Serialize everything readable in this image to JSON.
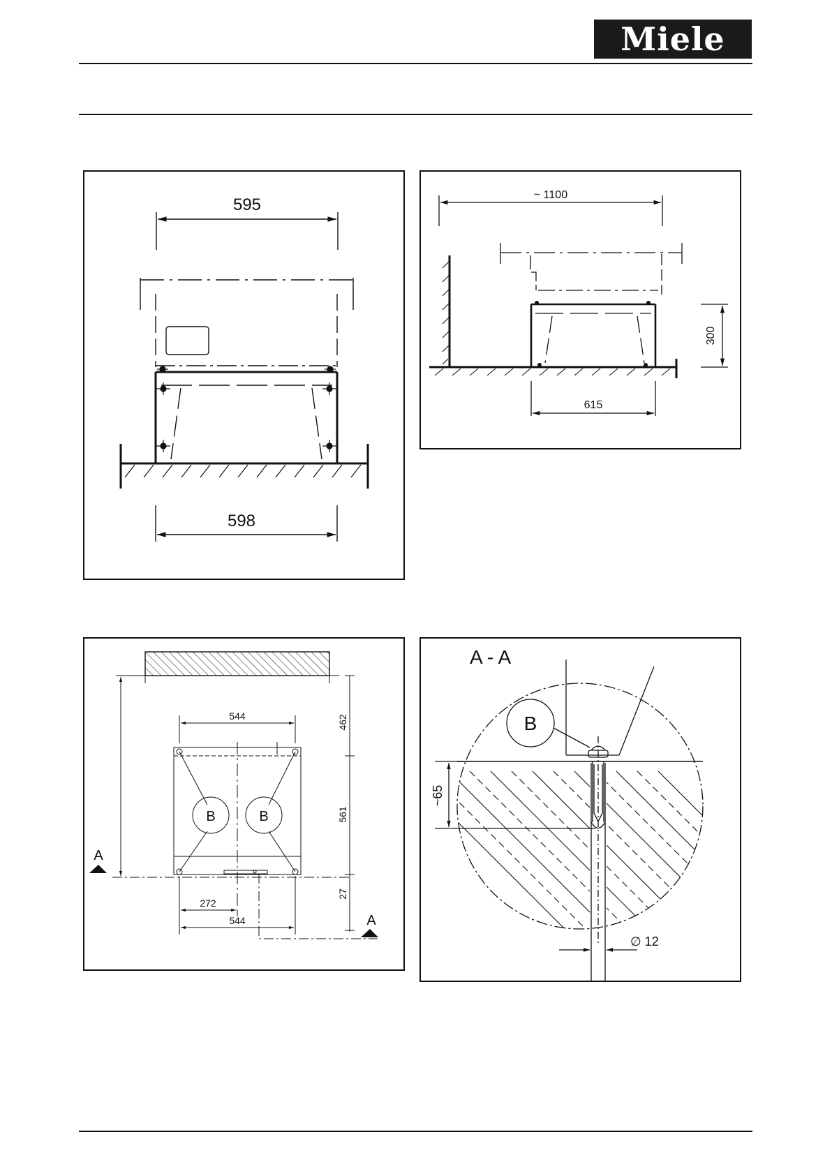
{
  "brand": {
    "logo_text": "Miele"
  },
  "front_view": {
    "top_width": "595",
    "bottom_width": "598"
  },
  "side_view": {
    "depth_overall": "~ 1100",
    "height": "300",
    "depth_plinth": "615"
  },
  "plan_view": {
    "width_top": "544",
    "width_bottom": "544",
    "half_width": "272",
    "dist_wall": "462",
    "depth": "561",
    "offset": "27",
    "anchor_label": "B",
    "section_label": "A"
  },
  "section_detail": {
    "title": "A - A",
    "anchor_label": "B",
    "depth": "~65",
    "diameter": "∅ 12"
  }
}
